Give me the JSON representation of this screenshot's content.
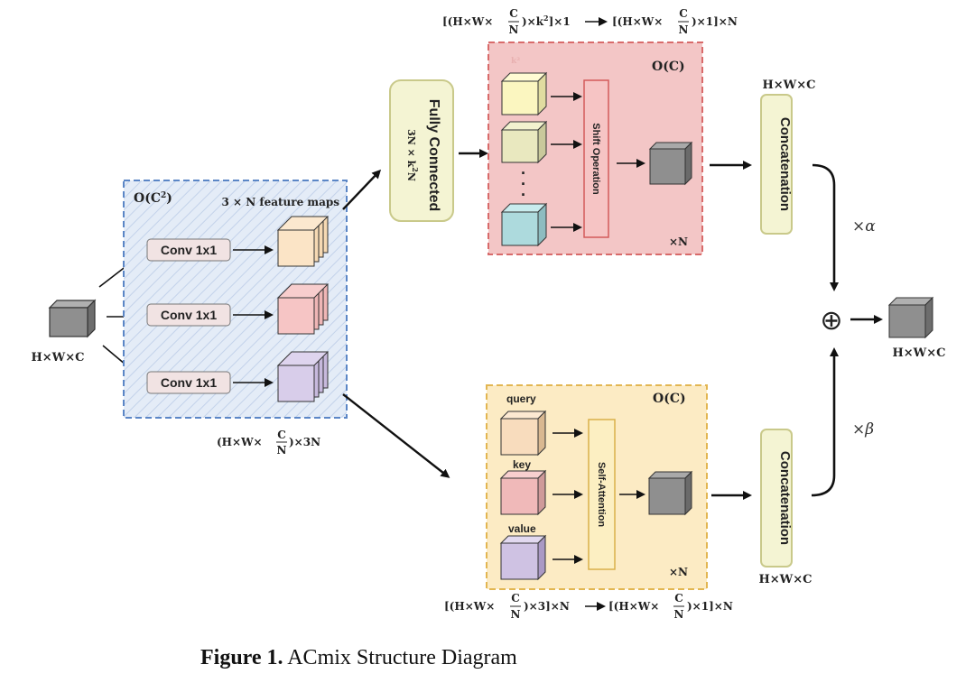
{
  "input": {
    "label": "H×W×C"
  },
  "projection": {
    "complexity_prefix": "O(C",
    "complexity_exp": "2",
    "complexity_suffix": ")",
    "feature_maps": "3 × N  feature maps",
    "conv_labels": [
      "Conv 1x1",
      "Conv 1x1",
      "Conv 1x1"
    ],
    "output_prefix": "(H×W×",
    "output_frac_num": "C",
    "output_frac_den": "N",
    "output_suffix": ")×3N"
  },
  "conv_path": {
    "fc_title": "Fully Connected",
    "fc_sub1": "3N × k",
    "fc_sub1_exp": "2",
    "fc_sub2": "N",
    "top_formula_left_a": "[(H×W×",
    "top_frac_num": "C",
    "top_frac_den": "N",
    "top_formula_left_b": ")×k",
    "top_formula_left_exp": "2",
    "top_formula_left_c": "]×1",
    "top_formula_right_a": "[(H×W×",
    "top_formula_right_b": ")×1]×N",
    "complexity": "O(C)",
    "k2_hint": "k²",
    "shift_label": "Shift Operation",
    "dots": "·",
    "times_n": "×N",
    "concat_label": "Concatenation",
    "concat_dims": "H×W×C",
    "weight": "×α"
  },
  "attention_path": {
    "complexity": "O(C)",
    "query_label": "query",
    "key_label": "key",
    "value_label": "value",
    "self_attention_label": "Self-Attention",
    "times_n": "×N",
    "concat_label": "Concatenation",
    "concat_dims": "H×W×C",
    "weight": "×β",
    "bottom_formula_left_a": "[(H×W×",
    "bottom_frac_num": "C",
    "bottom_frac_den": "N",
    "bottom_formula_left_b": ")×3]×N",
    "bottom_formula_right_a": "[(H×W×",
    "bottom_formula_right_b": ")×1]×N"
  },
  "output": {
    "sum_symbol": "⊕",
    "label": "H×W×C"
  },
  "caption": {
    "bold": "Figure 1.",
    "text": " ACmix Structure Diagram"
  },
  "colors": {
    "cube_gray": "#8f8f8f",
    "proj_fill": "#dde7f4",
    "proj_border": "#5b86c6",
    "red_panel": "#f3c6c6",
    "red_border": "#d86a6a",
    "yellow_panel": "#fcebc4",
    "yellow_border": "#e2b652",
    "module_fill": "#f4f4d3",
    "module_border": "#c9c98a"
  }
}
